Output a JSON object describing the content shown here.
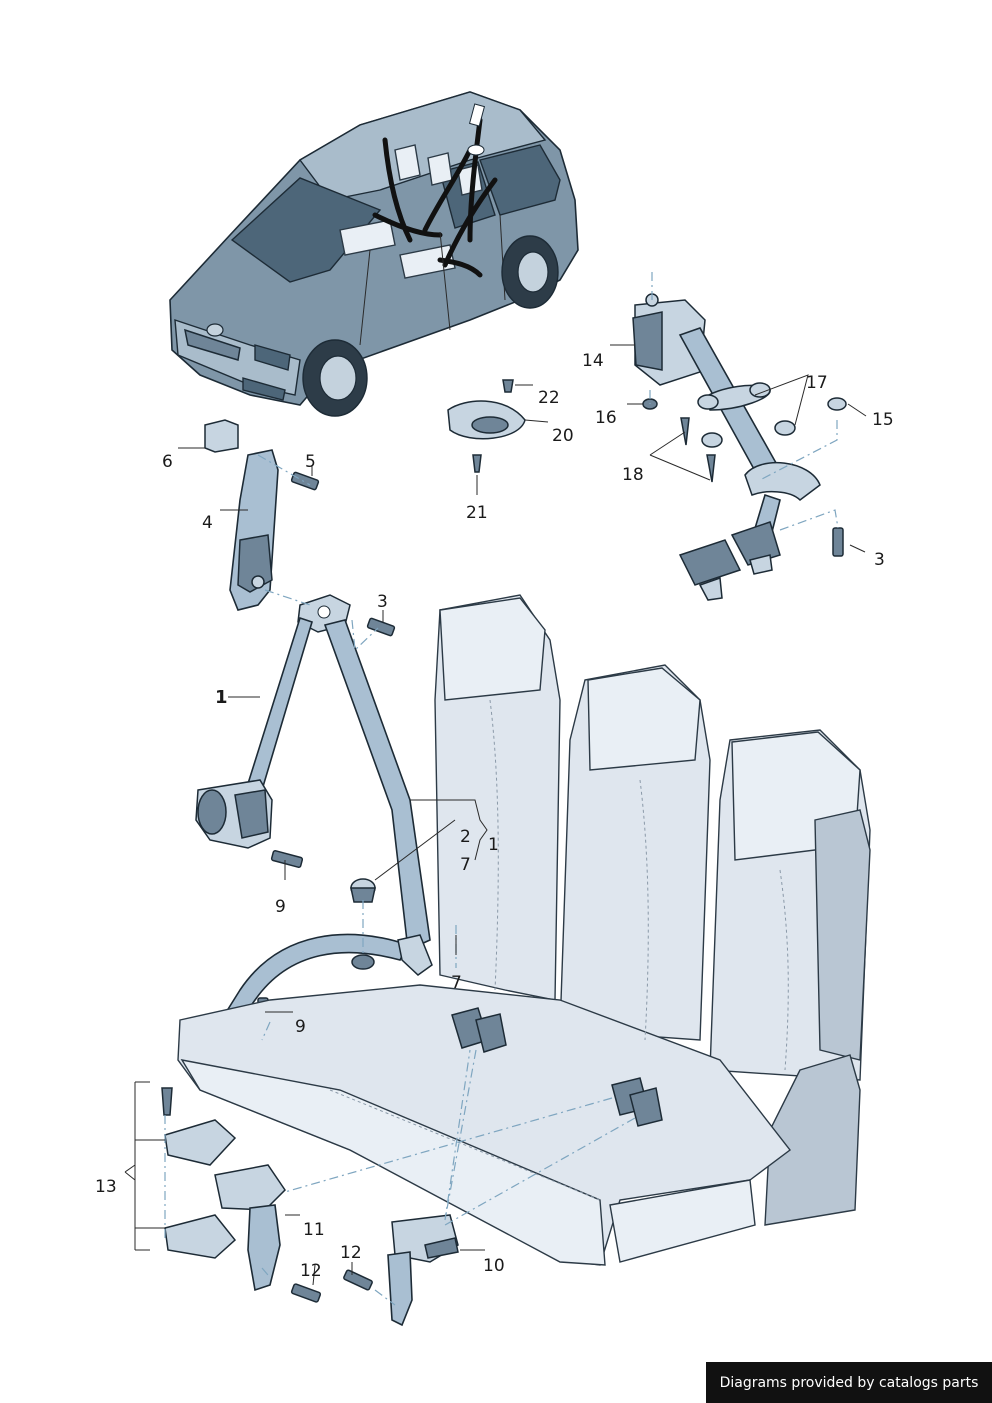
{
  "credit": "Diagrams provided by catalogs parts",
  "callouts": {
    "c1_main": "1",
    "c1_bracket": "1",
    "c2": "2",
    "c3_upper": "3",
    "c3_lower": "3",
    "c4": "4",
    "c5": "5",
    "c6": "6",
    "c7_upper": "7",
    "c7_lower": "7",
    "c9_upper": "9",
    "c9_lower": "9",
    "c10": "10",
    "c11": "11",
    "c12_left": "12",
    "c12_right": "12",
    "c13": "13",
    "c14": "14",
    "c15": "15",
    "c16": "16",
    "c17": "17",
    "c18": "18",
    "c20": "20",
    "c21": "21",
    "c22": "22"
  }
}
